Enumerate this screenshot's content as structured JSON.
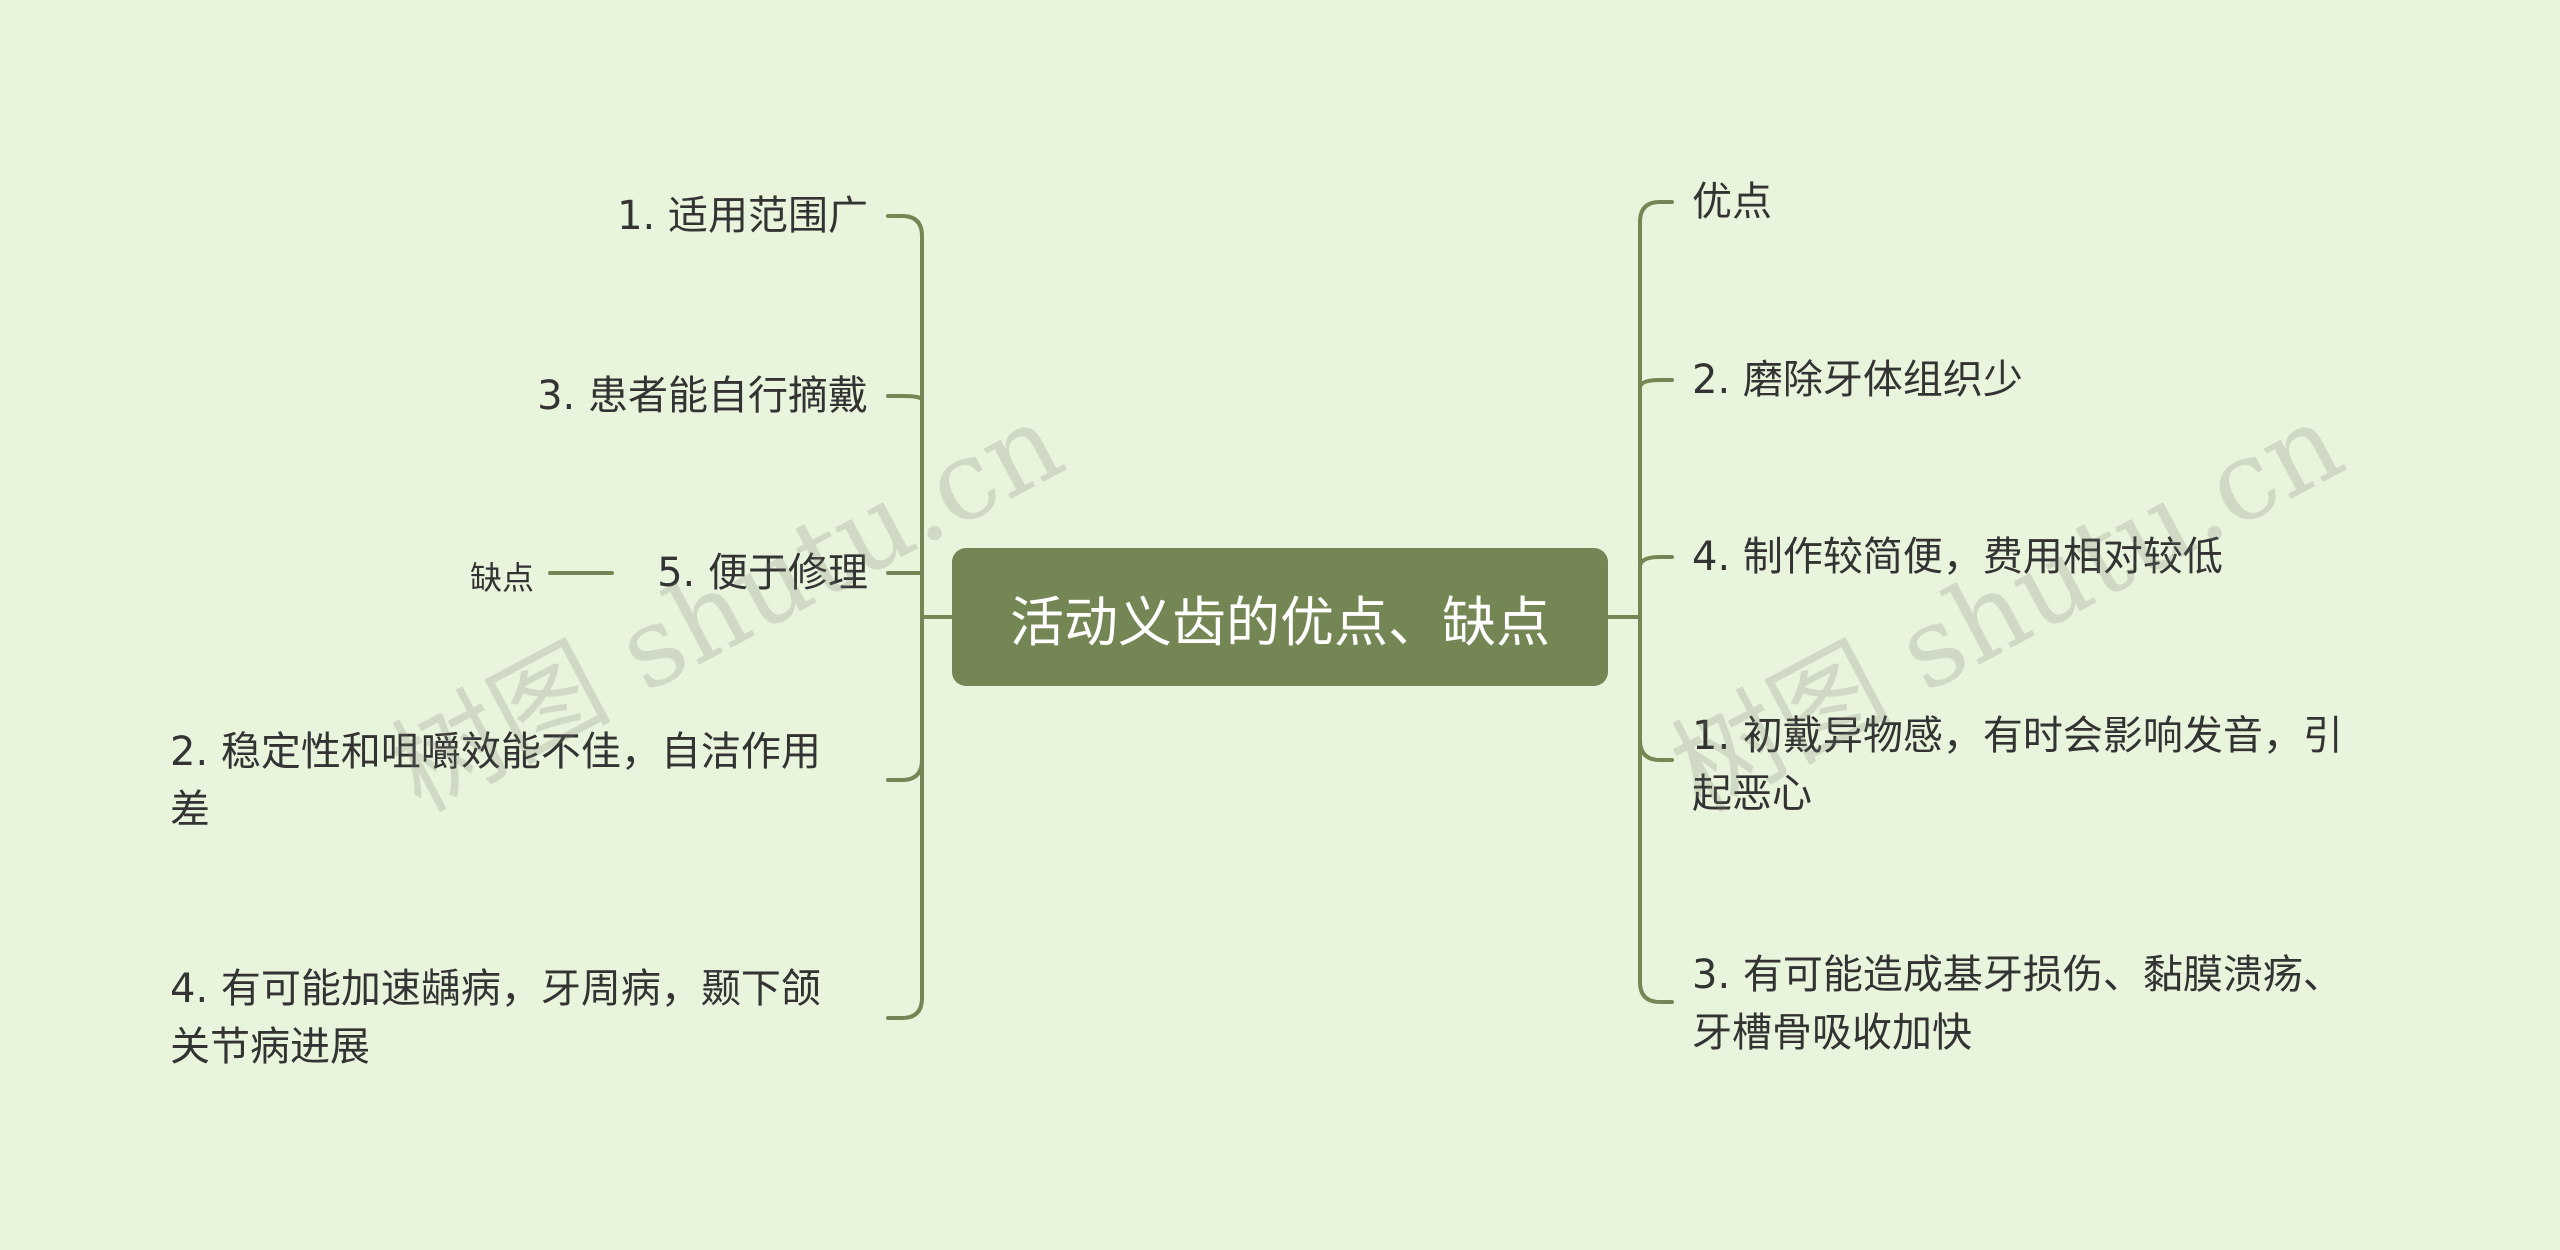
{
  "center": {
    "title": "活动义齿的优点、缺点"
  },
  "left": {
    "items": [
      {
        "text": "1. 适用范围广"
      },
      {
        "text": "3. 患者能自行摘戴"
      },
      {
        "text": "5. 便于修理"
      },
      {
        "text": "2. 稳定性和咀嚼效能不佳，自洁作用差"
      },
      {
        "text": "4. 有可能加速龋病，牙周病，颞下颌关节病进展"
      }
    ],
    "sub_label": "缺点"
  },
  "right": {
    "items": [
      {
        "text": "优点"
      },
      {
        "text": "2. 磨除牙体组织少"
      },
      {
        "text": "4. 制作较简便，费用相对较低"
      },
      {
        "text": "1. 初戴异物感，有时会影响发音，引起恶心"
      },
      {
        "text": "3. 有可能造成基牙损伤、黏膜溃疡、牙槽骨吸收加快"
      }
    ]
  },
  "watermark": {
    "text": "树图 shutu.cn"
  },
  "colors": {
    "background": "#e8f5dc",
    "center_fill": "#748653",
    "line": "#748653",
    "text": "#333333"
  }
}
